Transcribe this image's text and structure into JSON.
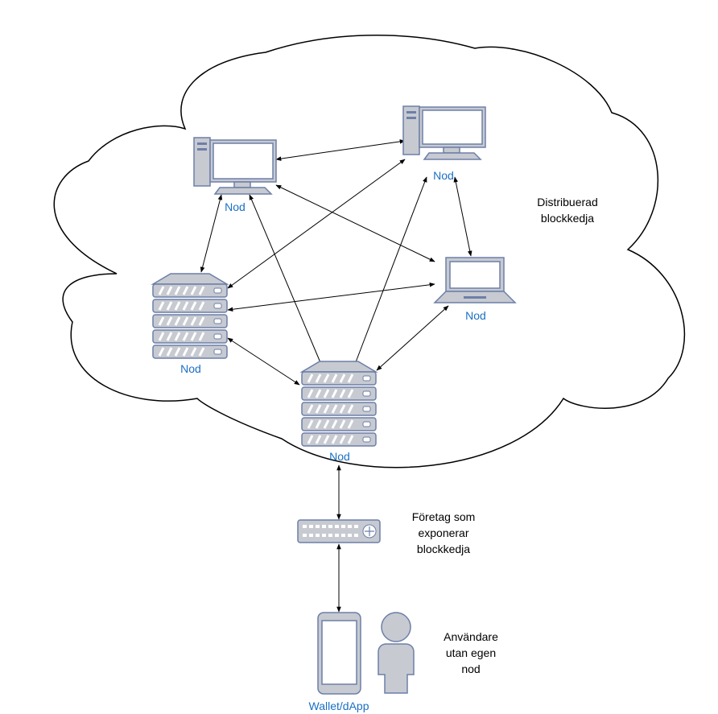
{
  "network": {
    "cloud_label_line1": "Distribuerad",
    "cloud_label_line2": "blockkedja"
  },
  "nodes": {
    "desktop_left_label": "Nod",
    "desktop_right_label": "Nod",
    "server_left_label": "Nod",
    "laptop_label": "Nod",
    "server_center_label": "Nod"
  },
  "gateway": {
    "label_line1": "Företag som",
    "label_line2": "exponerar",
    "label_line3": "blockkedja"
  },
  "client": {
    "wallet_label": "Wallet/dApp",
    "user_label_line1": "Användare",
    "user_label_line2": "utan egen",
    "user_label_line3": "nod"
  },
  "icons": [
    "desktop-icon",
    "server-icon",
    "laptop-icon",
    "router-icon",
    "smartphone-icon",
    "user-icon"
  ],
  "colors": {
    "device_fill": "#c7cad1",
    "device_stroke": "#6d7fa8",
    "label_blue": "#1a6fc4"
  }
}
